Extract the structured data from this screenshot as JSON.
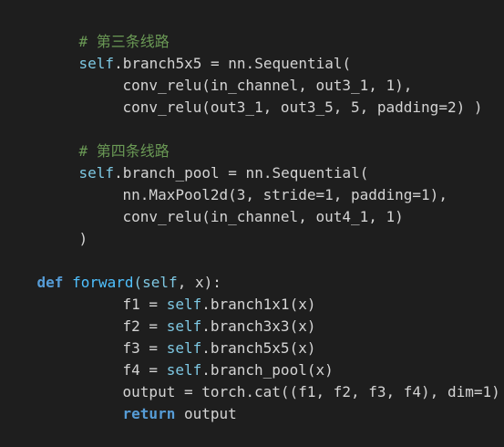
{
  "code": {
    "c1": "# 第三条线路",
    "l_b5_self": "self",
    "l_b5_rest": ".branch5x5 = nn.Sequential(",
    "l_b5_a": "conv_relu(in_channel, out3_1, 1),",
    "l_b5_b": "conv_relu(out3_1, out3_5, 5, padding=2) )",
    "c2": "# 第四条线路",
    "l_bp_self": "self",
    "l_bp_rest": ".branch_pool = nn.Sequential(",
    "l_bp_a": "nn.MaxPool2d(3, stride=1, padding=1),",
    "l_bp_b": "conv_relu(in_channel, out4_1, 1)",
    "l_bp_close": ")",
    "def_kw": "def",
    "def_name": "forward",
    "def_args_self": "(self",
    "def_args_rest": ", x):",
    "f1_lhs": "f1 = ",
    "f1_self": "self",
    "f1_rest": ".branch1x1(x)",
    "f2_lhs": "f2 = ",
    "f2_self": "self",
    "f2_rest": ".branch3x3(x)",
    "f3_lhs": "f3 = ",
    "f3_self": "self",
    "f3_rest": ".branch5x5(x)",
    "f4_lhs": "f4 = ",
    "f4_self": "self",
    "f4_rest": ".branch_pool(x)",
    "out_line": "output = torch.cat((f1, f2, f3, f4), dim=1)",
    "ret_kw": "return",
    "ret_rest": " output"
  },
  "colors": {
    "background": "#1e1e1e",
    "comment": "#6a9955",
    "keyword": "#569cd6",
    "self": "#7ec8e3",
    "text": "#d4d4d4"
  }
}
